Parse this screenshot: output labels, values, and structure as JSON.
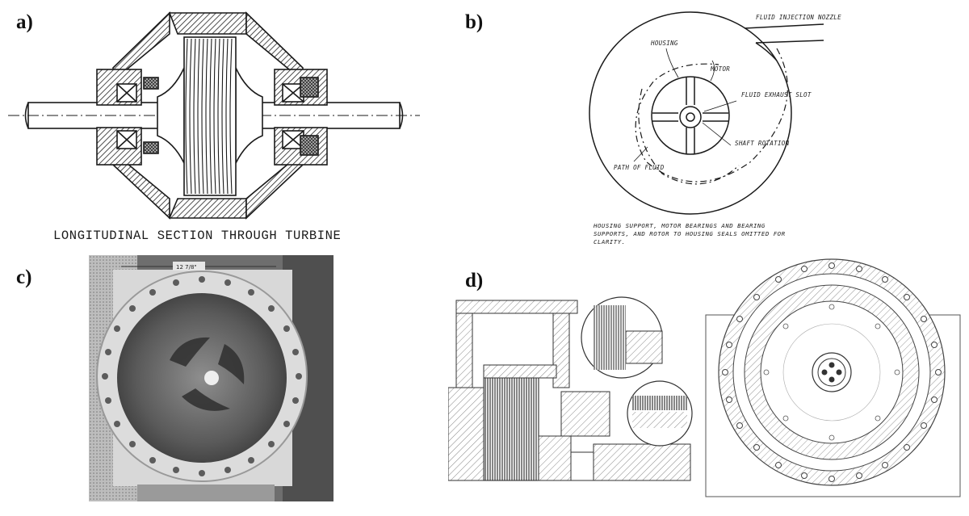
{
  "panels": {
    "a": {
      "label": "a)",
      "caption": "LONGITUDINAL SECTION THROUGH TURBINE"
    },
    "b": {
      "label": "b)",
      "annotations": {
        "nozzle": "FLUID INJECTION NOZZLE",
        "housing": "HOUSING",
        "motor": "MOTOR",
        "exhaust": "FLUID EXHAUST SLOT",
        "shaft": "SHAFT ROTATION",
        "path": "PATH OF FLUID"
      },
      "caption": "HOUSING SUPPORT, MOTOR BEARINGS AND BEARING SUPPORTS, AND ROTOR TO HOUSING SEALS OMITTED FOR CLARITY."
    },
    "c": {
      "label": "c)",
      "dimension": "12 7/8\""
    },
    "d": {
      "label": "d)"
    }
  }
}
